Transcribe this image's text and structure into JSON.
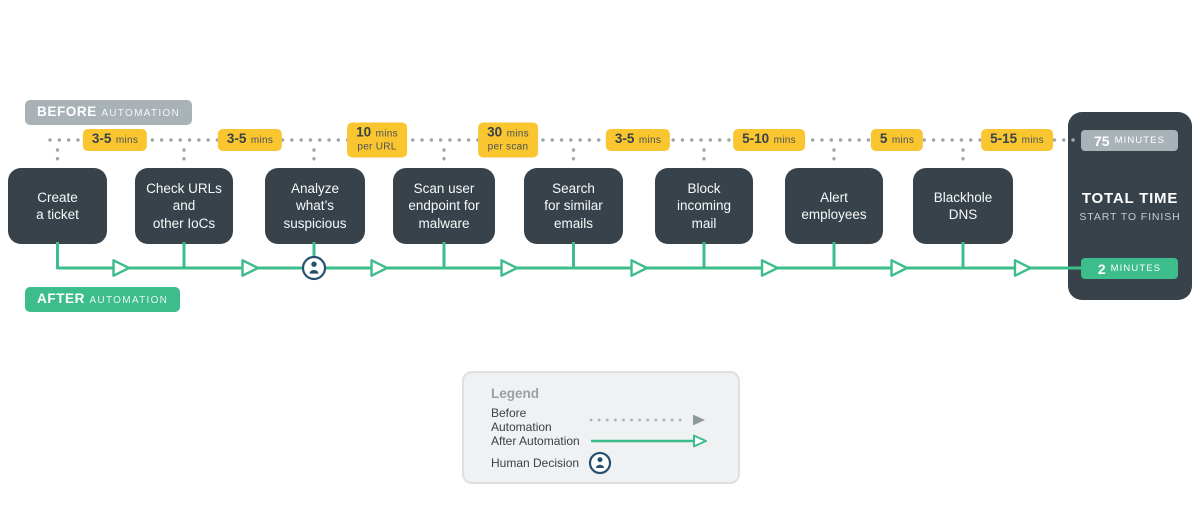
{
  "colors": {
    "step_box": "#37424A",
    "automation_green": "#3DBD8C",
    "duration_yellow": "#F9C630",
    "before_gray": "#A9B2B7",
    "dotted_gray": "#9EA6AB",
    "human_navy": "#27506E"
  },
  "before_badge": {
    "strong": "BEFORE",
    "light": "AUTOMATION"
  },
  "after_badge": {
    "strong": "AFTER",
    "light": "AUTOMATION"
  },
  "steps": [
    {
      "label": "Create\na ticket"
    },
    {
      "label": "Check URLs\nand\nother IoCs"
    },
    {
      "label": "Analyze\nwhat’s\nsuspicious"
    },
    {
      "label": "Scan user\nendpoint for\nmalware"
    },
    {
      "label": "Search\nfor similar\nemails"
    },
    {
      "label": "Block\nincoming\nmail"
    },
    {
      "label": "Alert\nemployees"
    },
    {
      "label": "Blackhole\nDNS"
    }
  ],
  "durations": [
    {
      "value": "3-5",
      "unit": "mins"
    },
    {
      "value": "3-5",
      "unit": "mins"
    },
    {
      "value": "10",
      "unit": "mins",
      "unit2": "per URL"
    },
    {
      "value": "30",
      "unit": "mins",
      "unit2": "per scan"
    },
    {
      "value": "3-5",
      "unit": "mins"
    },
    {
      "value": "5-10",
      "unit": "mins"
    },
    {
      "value": "5",
      "unit": "mins"
    },
    {
      "value": "5-15",
      "unit": "mins"
    }
  ],
  "total_box": {
    "before_value": "75",
    "before_unit": "MINUTES",
    "title": "TOTAL TIME",
    "subtitle": "START TO FINISH",
    "after_value": "2",
    "after_unit": "MINUTES"
  },
  "legend": {
    "title": "Legend",
    "before_item": "Before Automation",
    "after_item": "After Automation",
    "human_item": "Human Decision"
  }
}
